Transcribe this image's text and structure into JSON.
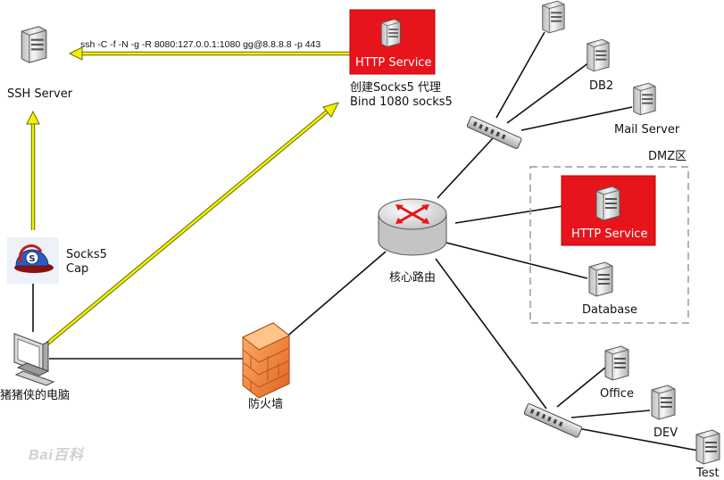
{
  "command": "ssh -C -f -N -g -R 8080:127.0.0.1:1080 gg@8.8.8.8 -p 443",
  "nodes": {
    "ssh_server": "SSH Server",
    "http_top": "HTTP Service",
    "socks_note_line1": "创建Socks5 代理",
    "socks_note_line2": "Bind 1080 socks5",
    "db2": "DB2",
    "mail": "Mail Server",
    "dmz": "DMZ区",
    "http_dmz": "HTTP Service",
    "database": "Database",
    "router": "核心路由",
    "socks_cap_line1": "Socks5",
    "socks_cap_line2": "Cap",
    "pc": "猪猪侠的电脑",
    "firewall": "防火墙",
    "office": "Office",
    "dev": "DEV",
    "test": "Test"
  },
  "watermark": "Bai百科",
  "colors": {
    "tunnel": "#f2f200",
    "tunnel_edge": "#6b6b00",
    "link": "#111111",
    "http_box": "#e8141c",
    "dmz_border": "#9a9a9a"
  }
}
